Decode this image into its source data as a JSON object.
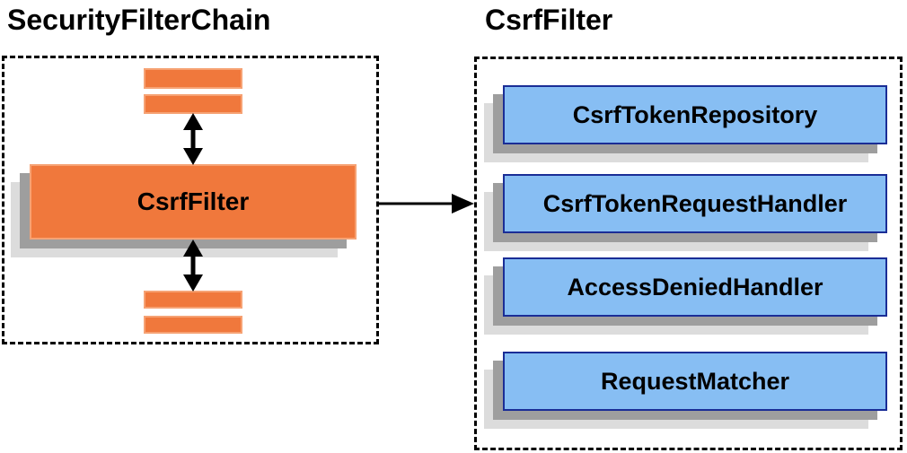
{
  "diagram": {
    "left_panel": {
      "title": "SecurityFilterChain",
      "csrf_filter_label": "CsrfFilter",
      "other_filter_bars_above": 2,
      "other_filter_bars_below": 2
    },
    "right_panel": {
      "title": "CsrfFilter",
      "components": [
        {
          "label": "CsrfTokenRepository"
        },
        {
          "label": "CsrfTokenRequestHandler"
        },
        {
          "label": "AccessDeniedHandler"
        },
        {
          "label": "RequestMatcher"
        }
      ]
    },
    "colors": {
      "orange_fill": "#F0783C",
      "orange_border": "#F6A274",
      "blue_fill": "#87BEF3",
      "blue_border": "#1A2D96",
      "shadow_dark": "#9E9E9E",
      "shadow_light": "#DCDCDC",
      "dashed_border": "#000000",
      "arrow": "#000000",
      "text": "#000000",
      "background": "#FFFFFF"
    }
  }
}
